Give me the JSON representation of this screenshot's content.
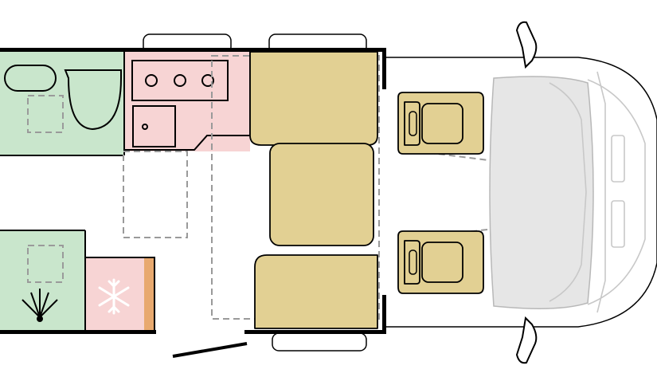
{
  "diagram": {
    "type": "floor-plan",
    "subject": "camper-van-layout",
    "colors": {
      "wet_zone": "#c9e6cc",
      "kitchen_zone": "#f7d4d4",
      "upholstery": "#e2d093",
      "fridge_side": "#e8a96f",
      "wall": "#000000",
      "dashed_outline": "#9a9a9a",
      "cab_glass": "#e6e6e6"
    },
    "zones": [
      {
        "name": "washroom",
        "icon": "toilet-icon"
      },
      {
        "name": "kitchen",
        "icon": "hob-icon"
      },
      {
        "name": "dinette",
        "icon": "bench-icon"
      },
      {
        "name": "cab-seats",
        "icon": "swivel-seat-icon"
      },
      {
        "name": "wardrobe",
        "icon": "light-icon"
      },
      {
        "name": "fridge",
        "icon": "snowflake-icon"
      }
    ]
  }
}
